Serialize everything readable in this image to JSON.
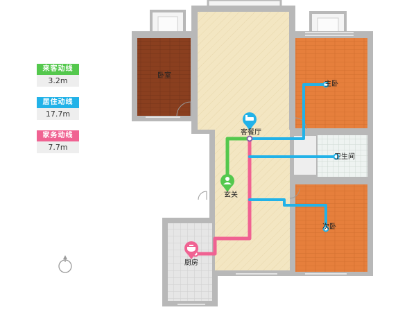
{
  "legend": [
    {
      "label": "来客动线",
      "value": "3.2m",
      "color": "#54c84d"
    },
    {
      "label": "居住动线",
      "value": "17.7m",
      "color": "#22b2e8"
    },
    {
      "label": "家务动线",
      "value": "7.7m",
      "color": "#f06292"
    }
  ],
  "rooms": {
    "second_bedroom": "卧室",
    "master_bedroom": "主卧",
    "living_dining": "客餐厅",
    "bathroom": "卫生间",
    "entrance": "玄关",
    "small_bedroom": "次卧",
    "kitchen": "厨房"
  },
  "colors": {
    "guest_route": "#54c84d",
    "living_route": "#22b2e8",
    "chore_route": "#f06292",
    "wall": "#b8b8b8",
    "floor_wood_light": "#f3e6c2",
    "floor_wood_orange": "#e67f3c",
    "floor_wood_dark": "#8a3f1f",
    "tile": "#dedede"
  },
  "icons": [
    "compass-icon",
    "sofa-icon",
    "person-icon",
    "pot-icon"
  ]
}
